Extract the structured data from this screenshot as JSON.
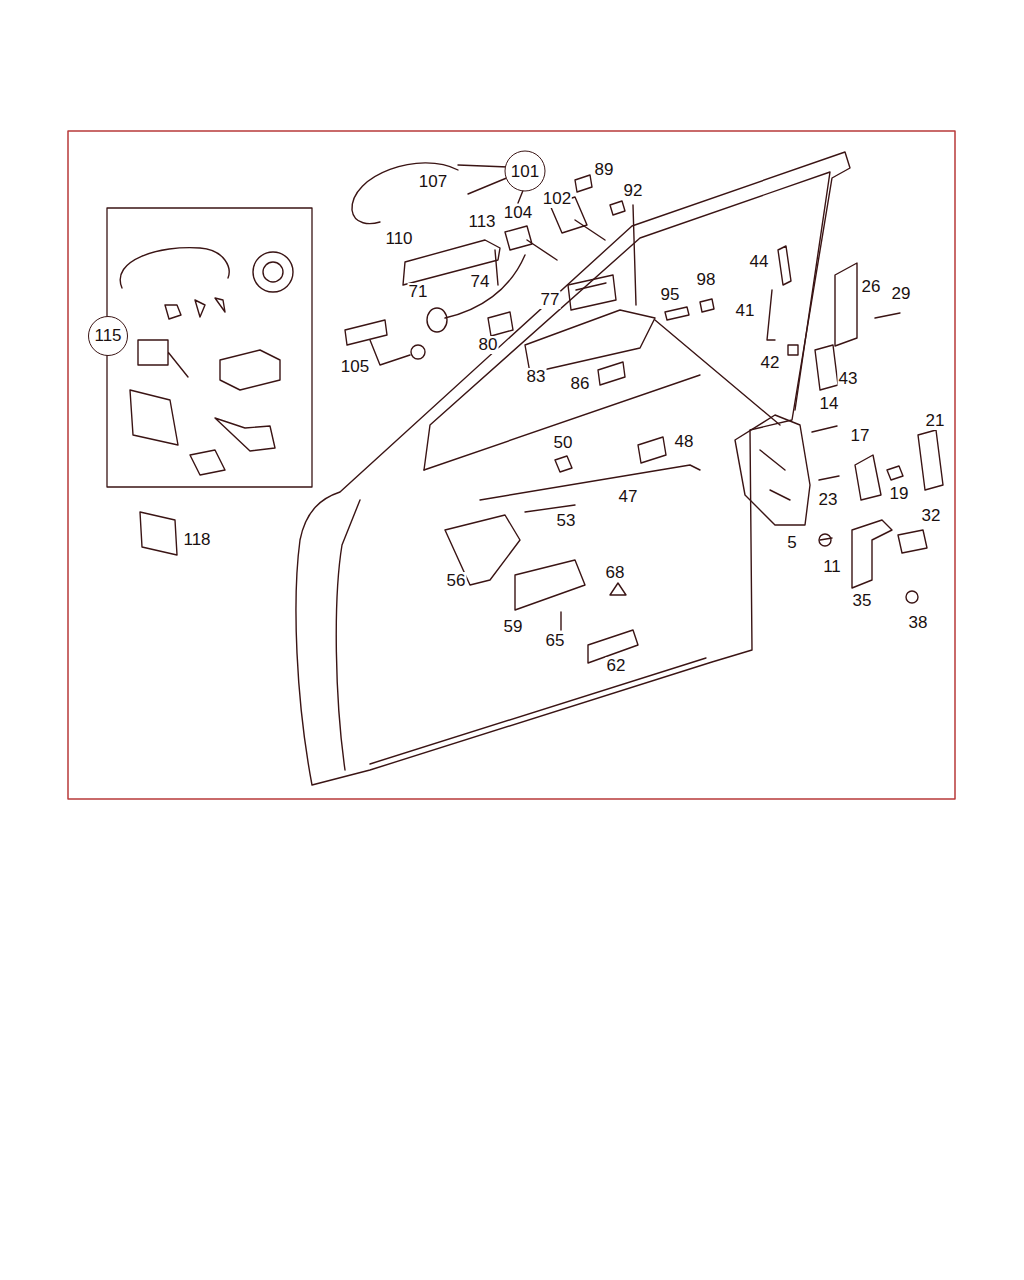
{
  "diagram": {
    "nodes": [
      {
        "text": [
          "101"
        ]
      },
      {
        "text": [
          "115"
        ]
      }
    ],
    "labels": [
      "107",
      "89",
      "92",
      "110",
      "113",
      "104",
      "102",
      "74",
      "71",
      "77",
      "95",
      "98",
      "44",
      "41",
      "26",
      "29",
      "80",
      "105",
      "83",
      "86",
      "42",
      "43",
      "14",
      "50",
      "48",
      "21",
      "17",
      "47",
      "23",
      "19",
      "5",
      "53",
      "32",
      "11",
      "56",
      "68",
      "35",
      "38",
      "59",
      "65",
      "62",
      "118"
    ]
  }
}
